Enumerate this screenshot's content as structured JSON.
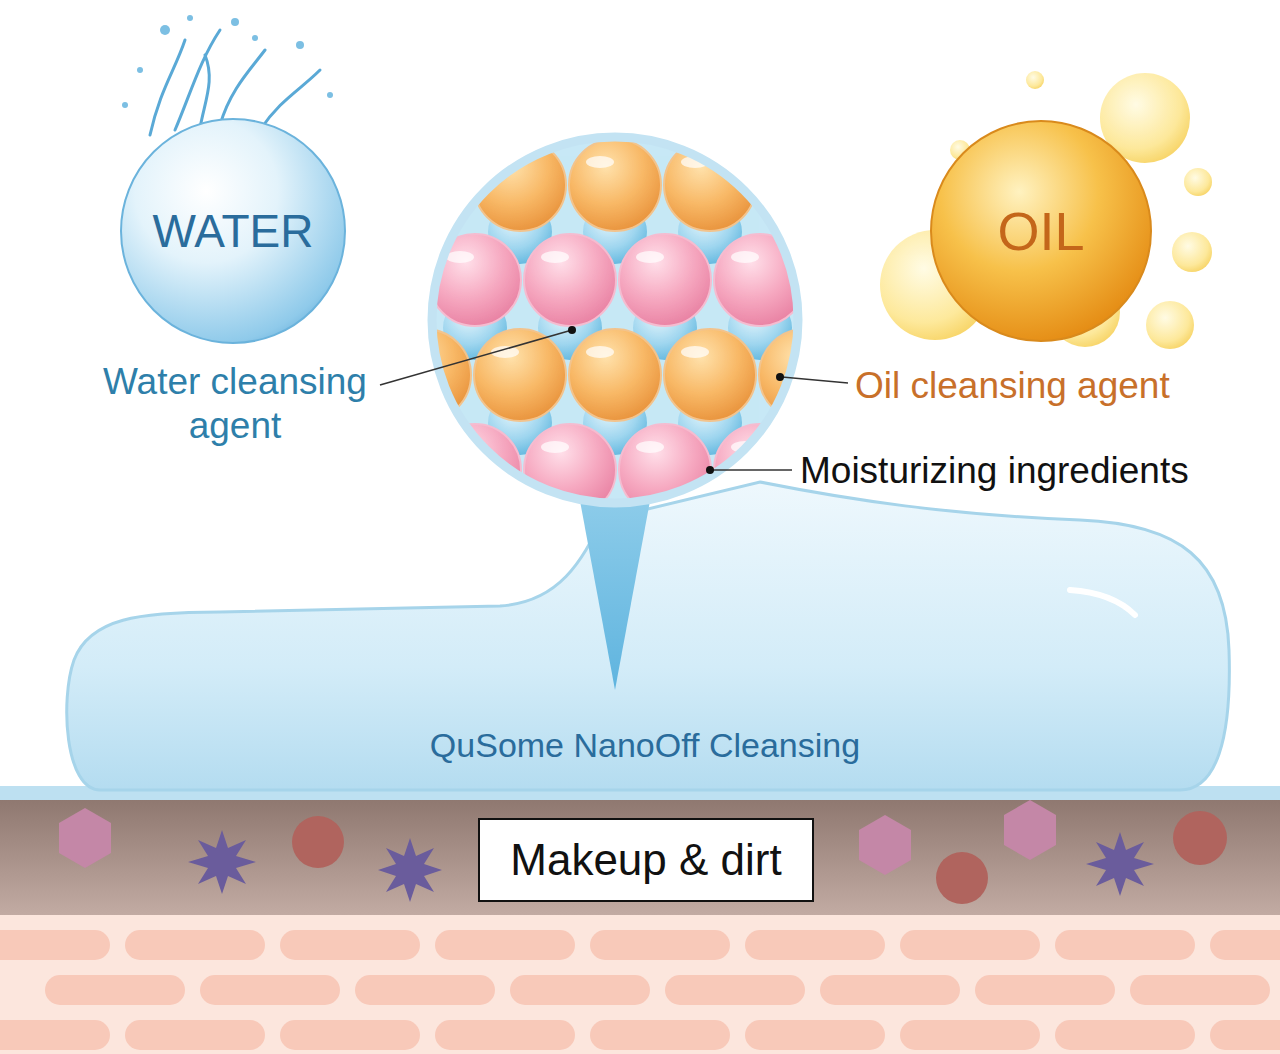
{
  "diagram": {
    "nodes": [
      {
        "text": [
          "WATER"
        ]
      },
      {
        "text": [
          "OIL"
        ]
      },
      {
        "text": [
          "QuSome NanoOff Cleansing"
        ]
      },
      {
        "text": [
          "Makeup & dirt"
        ]
      }
    ],
    "labels": [
      "Water cleansing agent",
      "Oil cleansing agent",
      "Moisturizing ingredients"
    ]
  }
}
